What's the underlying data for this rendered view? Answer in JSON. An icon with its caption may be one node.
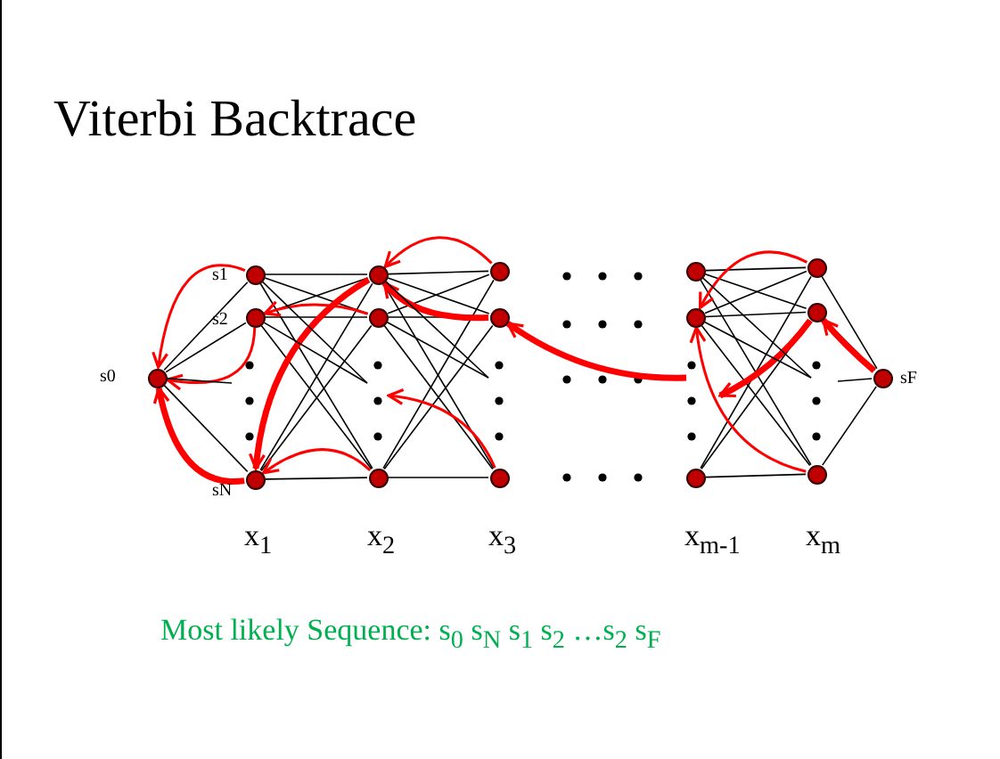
{
  "diagram": {
    "title": "Viterbi Backtrace",
    "caption": "Most likely Sequence: s$_{0}$ s$_{N}$ s$_{1}$ s$_{2}$ …s$_{2}$ s$_{F}$",
    "nodes": [
      {
        "text": [],
        "shape": "circle",
        "beside": [
          "s0"
        ]
      },
      {
        "text": [],
        "shape": "circle",
        "beside": [
          "s1"
        ]
      },
      {
        "text": [],
        "shape": "circle",
        "beside": [
          "s2"
        ]
      },
      {
        "text": [],
        "shape": "circle",
        "beside": [
          "sN"
        ]
      },
      {
        "text": [],
        "shape": "circle"
      },
      {
        "text": [],
        "shape": "circle"
      },
      {
        "text": [],
        "shape": "circle"
      },
      {
        "text": [],
        "shape": "circle"
      },
      {
        "text": [],
        "shape": "circle"
      },
      {
        "text": [],
        "shape": "circle"
      },
      {
        "text": [],
        "shape": "circle"
      },
      {
        "text": [],
        "shape": "circle"
      },
      {
        "text": [],
        "shape": "circle"
      },
      {
        "text": [],
        "shape": "circle"
      },
      {
        "text": [],
        "shape": "circle"
      },
      {
        "text": [],
        "shape": "circle"
      },
      {
        "text": [],
        "shape": "circle",
        "beside": [
          "sF"
        ]
      }
    ],
    "edges": [
      {
        "from": 0,
        "to": 1,
        "arrow": "none"
      },
      {
        "from": 0,
        "to": 2,
        "arrow": "none"
      },
      {
        "from": 0,
        "to": 3,
        "arrow": "none"
      },
      {
        "from": 1,
        "to": 4,
        "arrow": "none"
      },
      {
        "from": 1,
        "to": 5,
        "arrow": "none"
      },
      {
        "from": 1,
        "to": 6,
        "arrow": "none"
      },
      {
        "from": 2,
        "to": 4,
        "arrow": "none"
      },
      {
        "from": 2,
        "to": 5,
        "arrow": "none"
      },
      {
        "from": 2,
        "to": 6,
        "arrow": "none"
      },
      {
        "from": 3,
        "to": 4,
        "arrow": "none"
      },
      {
        "from": 3,
        "to": 5,
        "arrow": "none"
      },
      {
        "from": 3,
        "to": 6,
        "arrow": "none"
      },
      {
        "from": 4,
        "to": 7,
        "arrow": "none"
      },
      {
        "from": 4,
        "to": 8,
        "arrow": "none"
      },
      {
        "from": 4,
        "to": 9,
        "arrow": "none"
      },
      {
        "from": 5,
        "to": 7,
        "arrow": "none"
      },
      {
        "from": 5,
        "to": 8,
        "arrow": "none"
      },
      {
        "from": 5,
        "to": 9,
        "arrow": "none"
      },
      {
        "from": 6,
        "to": 7,
        "arrow": "none"
      },
      {
        "from": 6,
        "to": 8,
        "arrow": "none"
      },
      {
        "from": 6,
        "to": 9,
        "arrow": "none"
      },
      {
        "from": 10,
        "to": 13,
        "arrow": "none"
      },
      {
        "from": 10,
        "to": 14,
        "arrow": "none"
      },
      {
        "from": 10,
        "to": 15,
        "arrow": "none"
      },
      {
        "from": 11,
        "to": 13,
        "arrow": "none"
      },
      {
        "from": 11,
        "to": 14,
        "arrow": "none"
      },
      {
        "from": 11,
        "to": 15,
        "arrow": "none"
      },
      {
        "from": 12,
        "to": 13,
        "arrow": "none"
      },
      {
        "from": 12,
        "to": 14,
        "arrow": "none"
      },
      {
        "from": 12,
        "to": 15,
        "arrow": "none"
      },
      {
        "from": 13,
        "to": 16,
        "arrow": "none"
      },
      {
        "from": 14,
        "to": 16,
        "arrow": "none"
      },
      {
        "from": 15,
        "to": 16,
        "arrow": "none"
      },
      {
        "from": 1,
        "to": 0,
        "arrow": "to",
        "color": "#ff0000"
      },
      {
        "from": 2,
        "to": 0,
        "arrow": "to",
        "color": "#ff0000"
      },
      {
        "from": 3,
        "to": 0,
        "arrow": "to",
        "style": "thick",
        "color": "#ff0000"
      },
      {
        "from": 5,
        "to": 2,
        "arrow": "to",
        "color": "#ff0000"
      },
      {
        "from": 4,
        "to": 3,
        "arrow": "to",
        "style": "thick",
        "color": "#ff0000"
      },
      {
        "from": 6,
        "to": 3,
        "arrow": "to",
        "color": "#ff0000"
      },
      {
        "from": 7,
        "to": 4,
        "arrow": "to",
        "color": "#ff0000"
      },
      {
        "from": 8,
        "to": 4,
        "arrow": "to",
        "style": "thick",
        "color": "#ff0000"
      },
      {
        "from": 9,
        "to": null,
        "arrow": "to",
        "color": "#ff0000"
      },
      {
        "from": null,
        "to": 8,
        "arrow": "to",
        "style": "thick",
        "color": "#ff0000"
      },
      {
        "from": 13,
        "to": 11,
        "arrow": "to",
        "color": "#ff0000"
      },
      {
        "from": 15,
        "to": 11,
        "arrow": "to",
        "color": "#ff0000"
      },
      {
        "from": 14,
        "to": null,
        "arrow": "to",
        "style": "thick",
        "color": "#ff0000"
      },
      {
        "from": 16,
        "to": 14,
        "arrow": "to",
        "style": "thick",
        "color": "#ff0000"
      },
      {
        "from": 0,
        "to": null,
        "arrow": "none"
      },
      {
        "from": 1,
        "to": null,
        "arrow": "none"
      },
      {
        "from": 2,
        "to": null,
        "arrow": "none"
      },
      {
        "from": 4,
        "to": null,
        "arrow": "none"
      },
      {
        "from": 5,
        "to": null,
        "arrow": "none"
      },
      {
        "from": 10,
        "to": null,
        "arrow": "none"
      },
      {
        "from": 11,
        "to": null,
        "arrow": "none"
      },
      {
        "from": 16,
        "to": null,
        "arrow": "none"
      }
    ],
    "labels": [
      "x$_{1}$",
      "x$_{2}$",
      "x$_{3}$",
      "x$_{m-1}$",
      "x$_{m}$"
    ]
  }
}
